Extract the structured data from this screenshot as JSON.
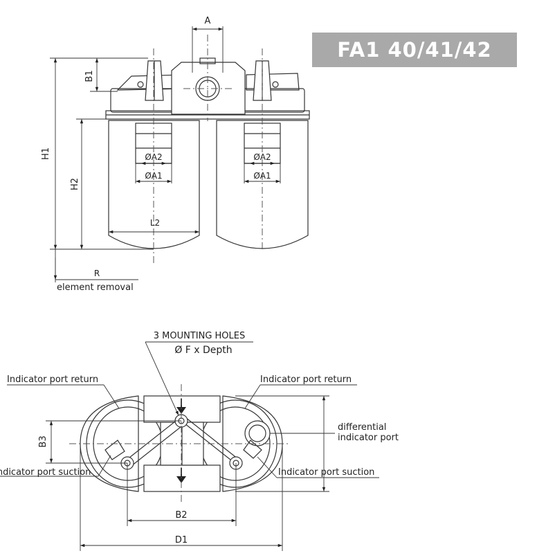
{
  "title": "FA1 40/41/42",
  "side_view": {
    "dim_a": "A",
    "dim_b1": "B1",
    "dim_h1": "H1",
    "dim_h2": "H2",
    "dim_a2_left": "ØA2",
    "dim_a1_left": "ØA1",
    "dim_a2_right": "ØA2",
    "dim_a1_right": "ØA1",
    "dim_l2": "L2",
    "dim_r": "R",
    "element_removal": "element removal"
  },
  "top_view": {
    "mounting_holes": "3 MOUNTING HOLES",
    "hole_spec": "Ø F x Depth",
    "indicator_return_left": "Indicator port return",
    "indicator_return_right": "Indicator port return",
    "differential_line1": "differential",
    "differential_line2": "indicator port",
    "indicator_suction_left": "Indicator port suction",
    "indicator_suction_right": "Indicator port suction",
    "dim_b3": "B3",
    "dim_b2": "B2",
    "dim_d1": "D1"
  }
}
